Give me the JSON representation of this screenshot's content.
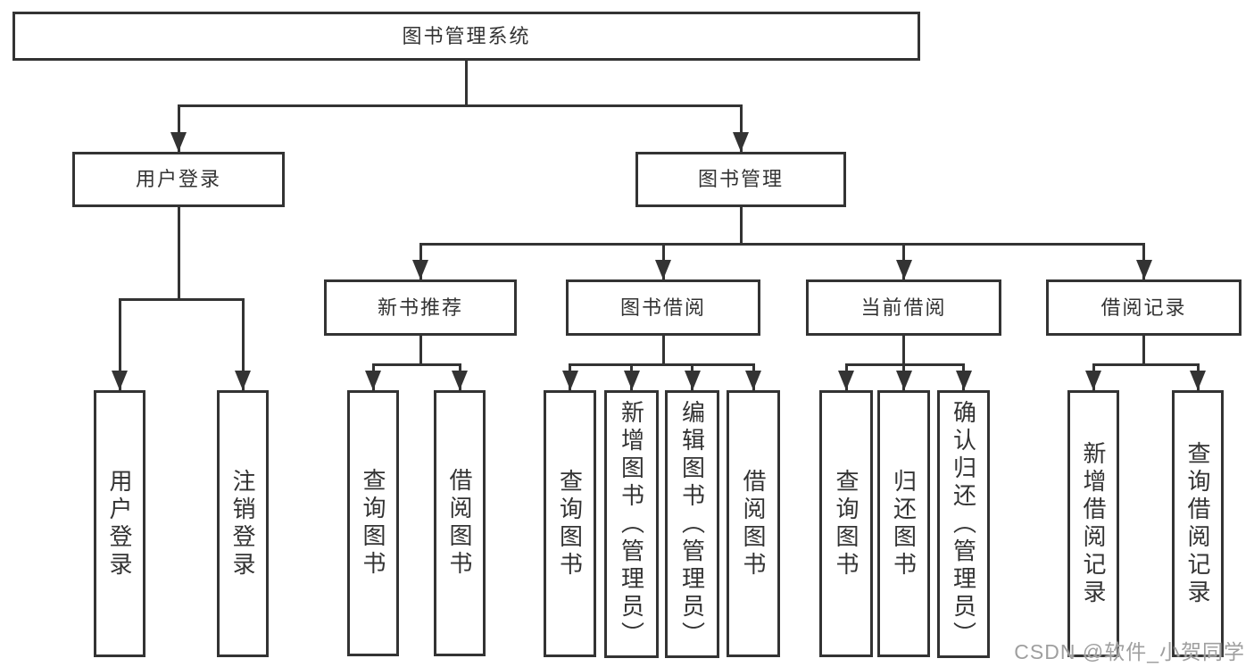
{
  "diagram_title": "图书管理系统",
  "watermark": "CSDN @软件_小贺同学",
  "colors": {
    "line": "#333333",
    "text": "#333333",
    "background": "#ffffff",
    "watermark": "#9f9f9f"
  },
  "nodes": [
    {
      "id": "root",
      "label": "图书管理系统",
      "parent": null,
      "orientation": "horizontal"
    },
    {
      "id": "user-login",
      "label": "用户登录",
      "parent": "root",
      "orientation": "horizontal"
    },
    {
      "id": "book-mgmt",
      "label": "图书管理",
      "parent": "root",
      "orientation": "horizontal"
    },
    {
      "id": "login",
      "label": "用户登录",
      "parent": "user-login",
      "orientation": "vertical"
    },
    {
      "id": "logout",
      "label": "注销登录",
      "parent": "user-login",
      "orientation": "vertical"
    },
    {
      "id": "new-rec",
      "label": "新书推荐",
      "parent": "book-mgmt",
      "orientation": "horizontal"
    },
    {
      "id": "borrow",
      "label": "图书借阅",
      "parent": "book-mgmt",
      "orientation": "horizontal"
    },
    {
      "id": "current",
      "label": "当前借阅",
      "parent": "book-mgmt",
      "orientation": "horizontal"
    },
    {
      "id": "records",
      "label": "借阅记录",
      "parent": "book-mgmt",
      "orientation": "horizontal"
    },
    {
      "id": "rec-query",
      "label": "查询图书",
      "parent": "new-rec",
      "orientation": "vertical"
    },
    {
      "id": "rec-borrow",
      "label": "借阅图书",
      "parent": "new-rec",
      "orientation": "vertical"
    },
    {
      "id": "b-query",
      "label": "查询图书",
      "parent": "borrow",
      "orientation": "vertical"
    },
    {
      "id": "b-add",
      "label": "新增图书（管理员）",
      "parent": "borrow",
      "orientation": "vertical"
    },
    {
      "id": "b-edit",
      "label": "编辑图书（管理员）",
      "parent": "borrow",
      "orientation": "vertical"
    },
    {
      "id": "b-borrow",
      "label": "借阅图书",
      "parent": "borrow",
      "orientation": "vertical"
    },
    {
      "id": "c-query",
      "label": "查询图书",
      "parent": "current",
      "orientation": "vertical"
    },
    {
      "id": "c-return",
      "label": "归还图书",
      "parent": "current",
      "orientation": "vertical"
    },
    {
      "id": "c-confirm",
      "label": "确认归还（管理员）",
      "parent": "current",
      "orientation": "vertical"
    },
    {
      "id": "r-add",
      "label": "新增借阅记录",
      "parent": "records",
      "orientation": "vertical"
    },
    {
      "id": "r-query",
      "label": "查询借阅记录",
      "parent": "records",
      "orientation": "vertical"
    }
  ]
}
